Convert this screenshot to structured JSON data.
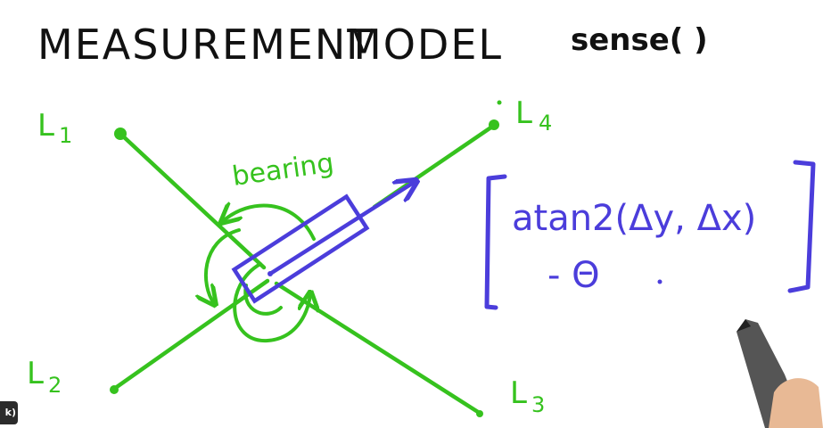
{
  "title": {
    "line1": "MEASUREMENT",
    "line2": "MODEL",
    "function": "sense( )"
  },
  "landmarks": [
    {
      "label": "L",
      "sub": "1"
    },
    {
      "label": "L",
      "sub": "2"
    },
    {
      "label": "L",
      "sub": "3"
    },
    {
      "label": "L",
      "sub": "4"
    }
  ],
  "bearing_label": "bearing",
  "formula": {
    "line1": "atan2(Δy, Δx)",
    "line2": "- Θ"
  },
  "player": {
    "badge_text": "k)"
  },
  "colors": {
    "ink": "#111111",
    "green": "#36c21e",
    "blue": "#4b3ddb"
  }
}
